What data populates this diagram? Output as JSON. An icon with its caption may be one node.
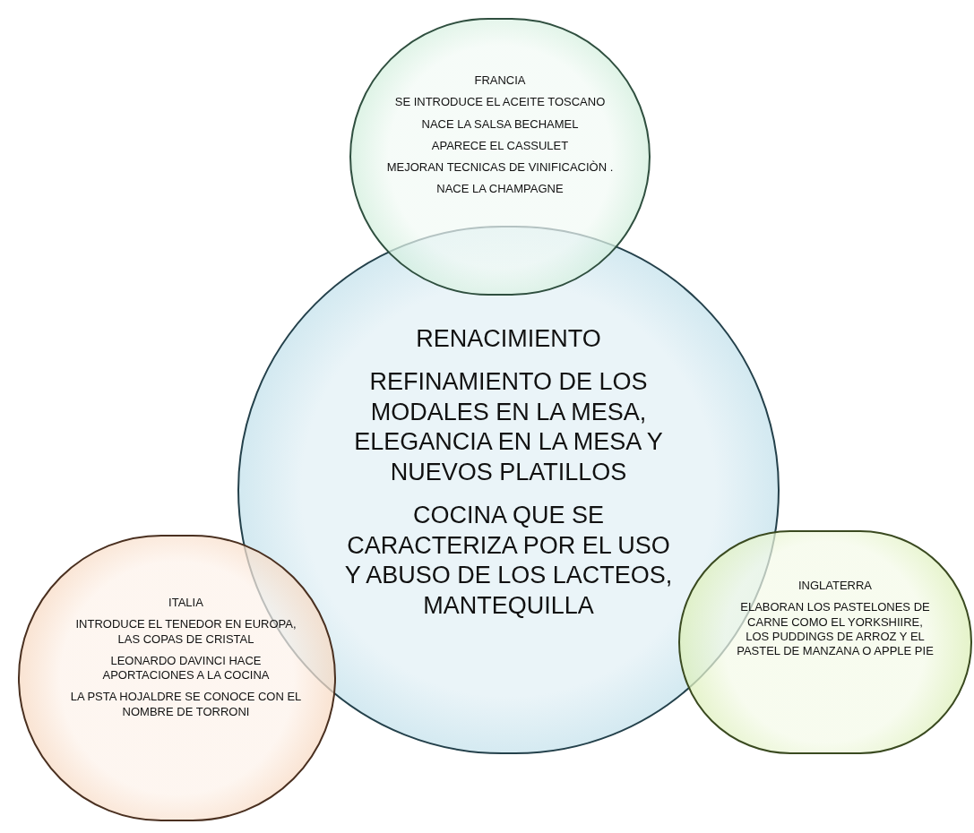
{
  "diagram": {
    "nodes": [
      {
        "text": [
          "FRANCIA",
          "SE INTRODUCE EL ACEITE TOSCANO",
          "NACE LA SALSA BECHAMEL",
          "APARECE EL CASSULET",
          "MEJORAN TECNICAS DE VINIFICACIÒN .",
          "NACE LA CHAMPAGNE"
        ]
      },
      {
        "text": [
          "RENACIMIENTO",
          "REFINAMIENTO DE LOS MODALES EN LA MESA, ELEGANCIA EN LA MESA Y NUEVOS PLATILLOS",
          "COCINA QUE SE CARACTERIZA POR EL USO Y ABUSO DE LOS LACTEOS, MANTEQUILLA"
        ]
      },
      {
        "text": [
          "ITALIA",
          "INTRODUCE EL TENEDOR EN EUROPA, LAS COPAS DE CRISTAL",
          "LEONARDO DAVINCI HACE APORTACIONES A LA COCINA",
          "LA PSTA HOJALDRE SE CONOCE CON EL NOMBRE DE TORRONI"
        ]
      },
      {
        "text": [
          "INGLATERRA",
          "ELABORAN LOS PASTELONES DE CARNE COMO EL YORKSHIIRE, LOS PUDDINGS DE ARROZ Y EL PASTEL DE MANZANA O APPLE PIE"
        ]
      }
    ]
  }
}
